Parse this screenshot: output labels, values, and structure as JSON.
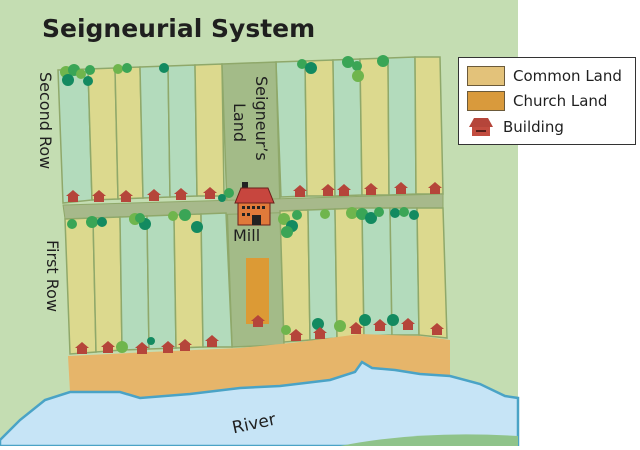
{
  "title": "Seigneurial System",
  "labels": {
    "second_row": "Second Row",
    "first_row": "First Row",
    "seigneurs_land": "Seigneur’s",
    "seigneurs_land_2": "Land",
    "mill": "Mill",
    "river": "River"
  },
  "legend": {
    "items": [
      {
        "label": "Common Land",
        "color": "#e3c27a",
        "icon": "swatch"
      },
      {
        "label": "Church Land",
        "color": "#d99a3c",
        "icon": "swatch"
      },
      {
        "label": "Building",
        "color": "#b5453a",
        "icon": "house-icon"
      }
    ]
  },
  "colors": {
    "background": "#c4ddb2",
    "plot_yellow": "#dcd98e",
    "plot_green": "#b3dbbc",
    "seigneur_land": "#a3bb88",
    "road": "#a7b98b",
    "common_land": "#e6b56a",
    "church_land": "#dc9a35",
    "river": "#c6e4f6",
    "river_edge": "#4aa3c6",
    "building": "#b5453a"
  }
}
